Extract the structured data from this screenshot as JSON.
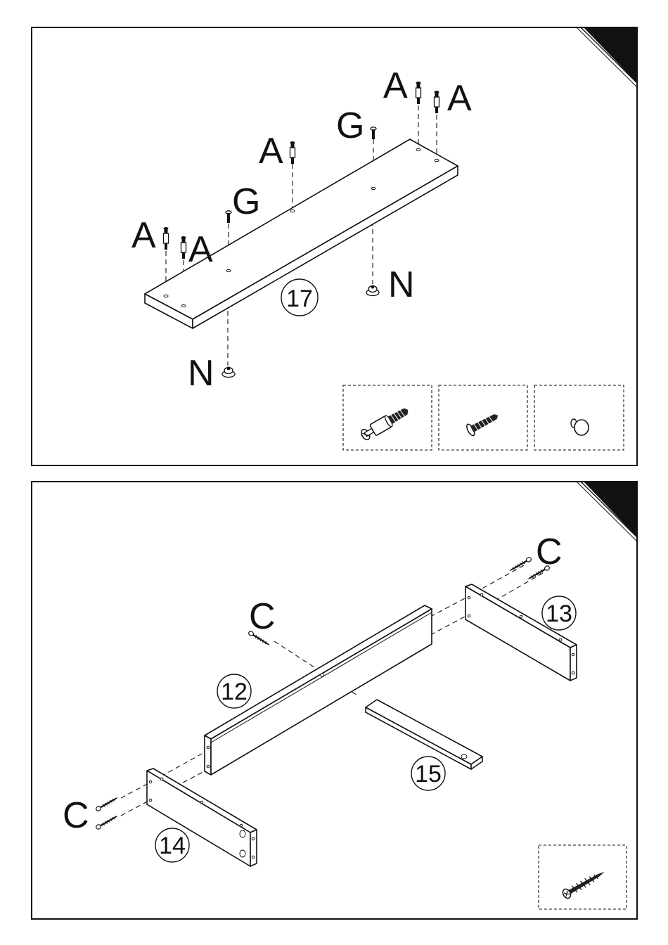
{
  "step1": {
    "panel_number": "17",
    "labels": {
      "cam_bolt_1": "A",
      "cam_bolt_2": "A",
      "cam_bolt_3": "A",
      "cam_bolt_4": "A",
      "cam_bolt_5": "A",
      "screw_1": "G",
      "screw_2": "G",
      "foot_1": "N",
      "foot_2": "N"
    },
    "legend_icons": [
      "cam-bolt-icon",
      "screw-icon",
      "knob-icon"
    ]
  },
  "step2": {
    "panels": {
      "front_rail": "12",
      "right_side": "13",
      "left_side": "14",
      "slat": "15"
    },
    "labels": {
      "screw_top_right": "C",
      "screw_center": "C",
      "screw_bottom_left": "C"
    },
    "legend_icons": [
      "wood-screw-icon"
    ]
  }
}
